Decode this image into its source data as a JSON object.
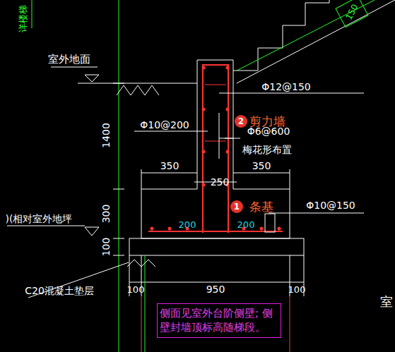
{
  "diagram": {
    "nodes": [
      {
        "text": [
          "侧面见室外台阶侧壁; 侧壁封墙顶标高随梯段。"
        ]
      }
    ],
    "labels": [
      "详楼梯",
      "室外地面",
      "150",
      "Φ12@150",
      "Φ10@200",
      "2",
      "剪力墙",
      "Φ6@600",
      "梅花形布置",
      "1400",
      "350",
      "250",
      "350",
      "1",
      "条基",
      "Φ10@150",
      ")(相对室外地坪",
      "300",
      "200",
      "200",
      "100",
      "C20混凝土垫层",
      "100",
      "950",
      "100",
      "室"
    ]
  }
}
